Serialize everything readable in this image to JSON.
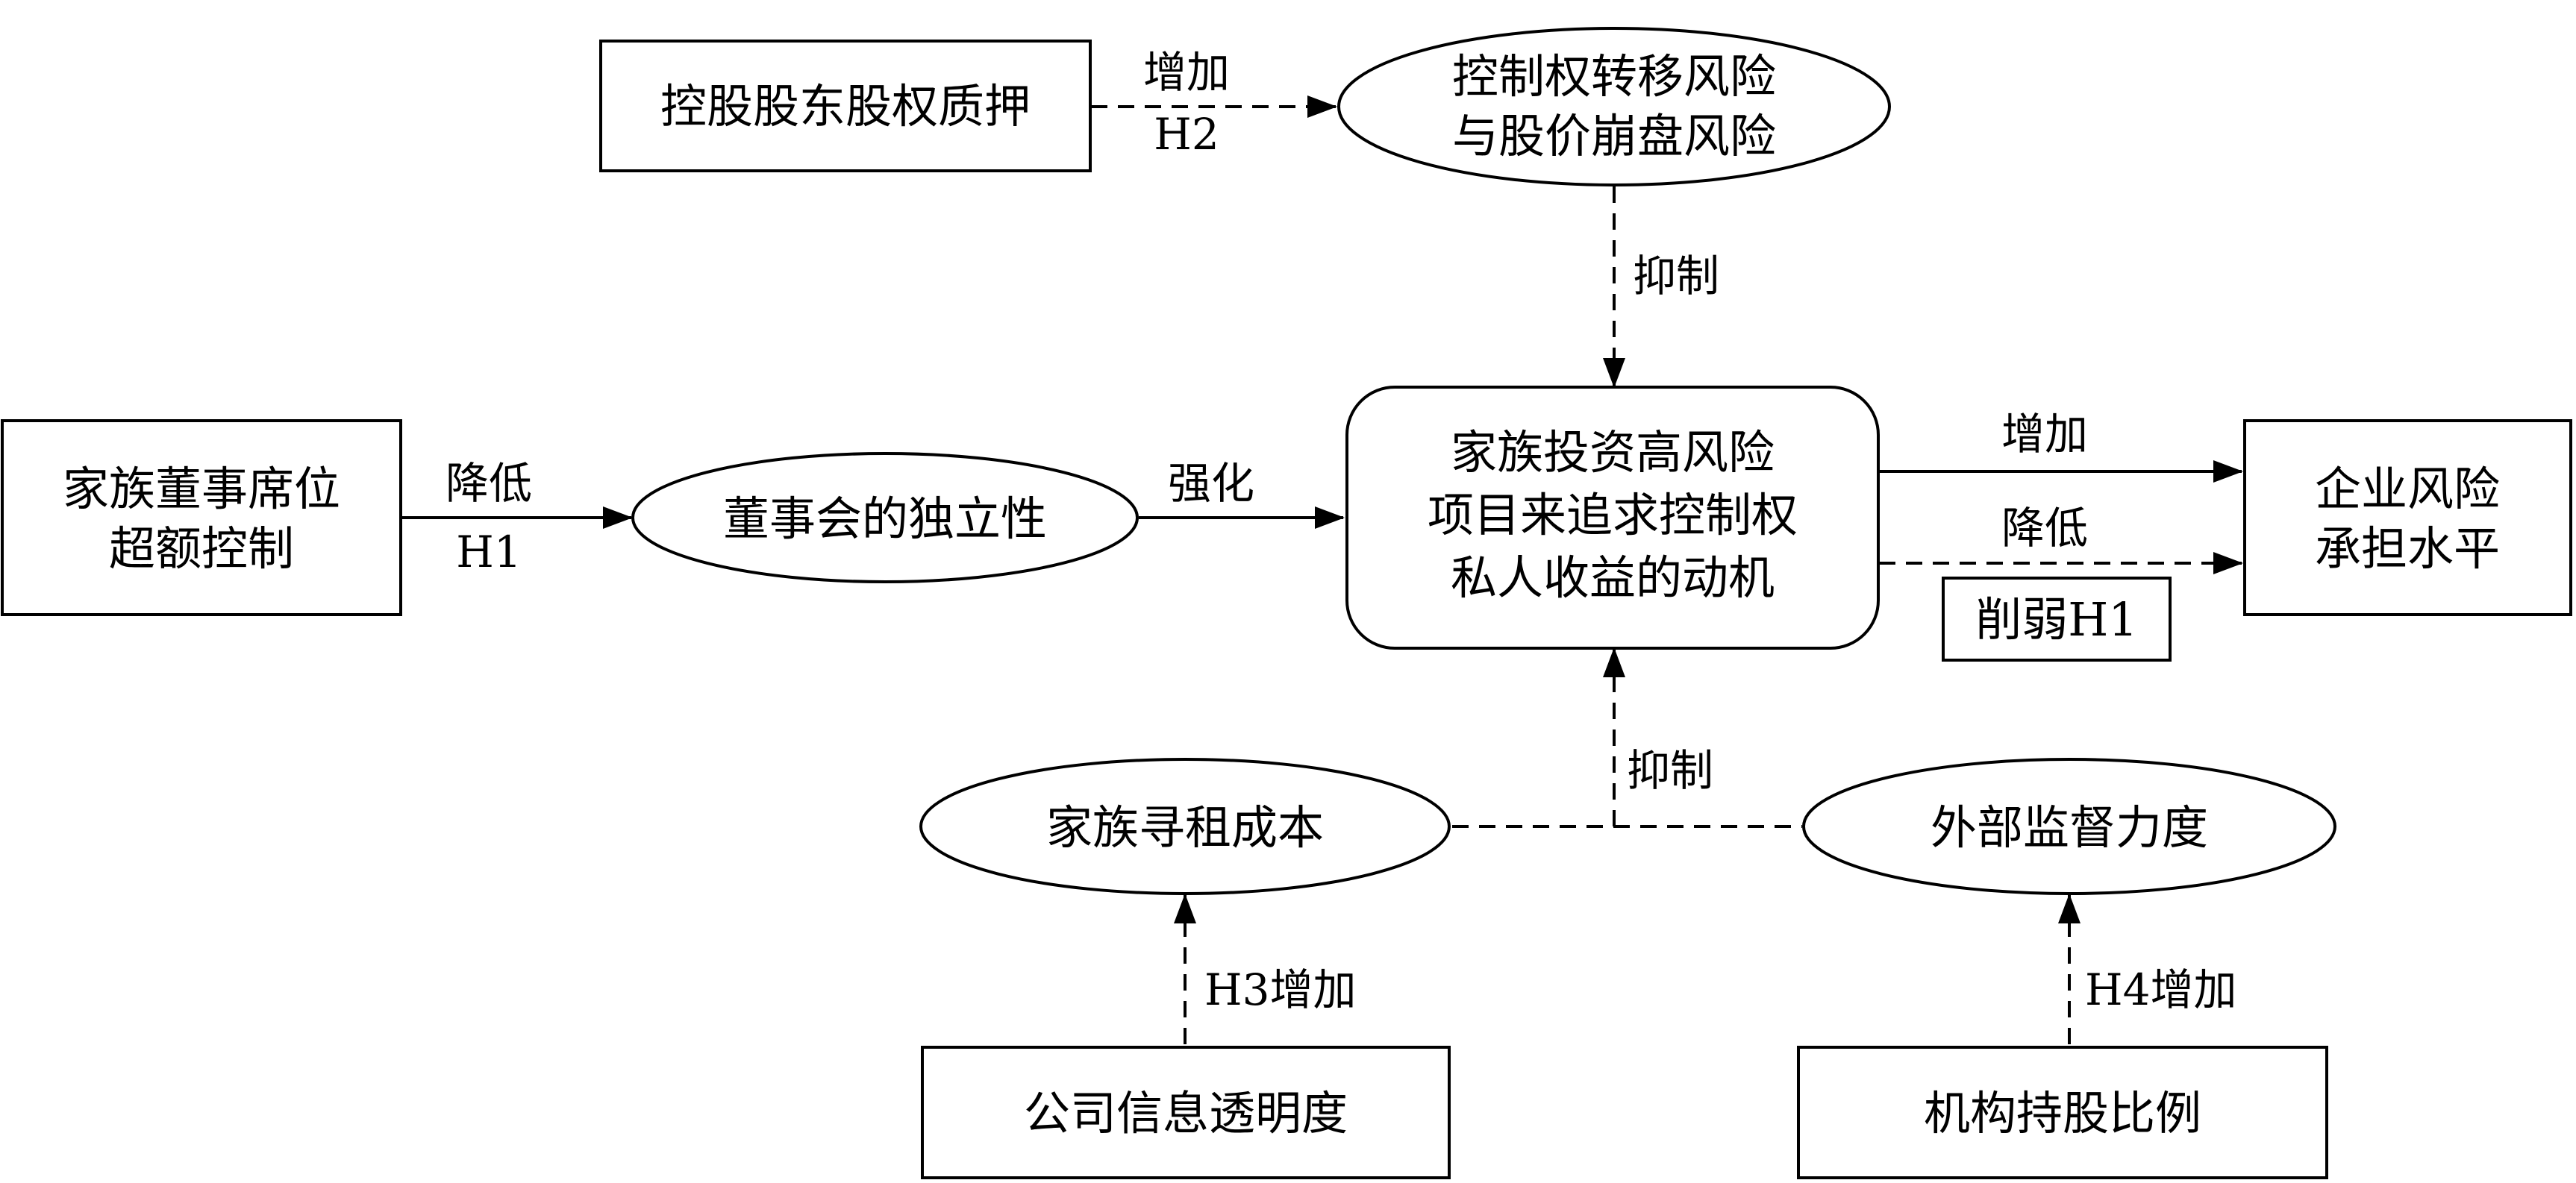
{
  "nodes": {
    "pledge": "控股股东股权质押",
    "risk": [
      "控制权转移风险",
      "与股价崩盘风险"
    ],
    "board_control": [
      "家族董事席位",
      "超额控制"
    ],
    "independence": "董事会的独立性",
    "motive": [
      "家族投资高风险",
      "项目来追求控制权",
      "私人收益的动机"
    ],
    "enterprise_risk": [
      "企业风险",
      "承担水平"
    ],
    "rent_cost": "家族寻租成本",
    "supervision": "外部监督力度",
    "transparency": "公司信息透明度",
    "institutional": "机构持股比例"
  },
  "edges": {
    "pledge_to_risk": [
      "增加",
      "H2"
    ],
    "risk_to_motive": "抑制",
    "board_to_independence": [
      "降低",
      "H1"
    ],
    "independence_to_motive": "强化",
    "motive_increase": "增加",
    "motive_decrease": "降低",
    "weaken_h1": "削弱H1",
    "bottom_to_motive": "抑制",
    "transparency_to_rent": "H3增加",
    "institutional_to_supervision": "H4增加"
  }
}
